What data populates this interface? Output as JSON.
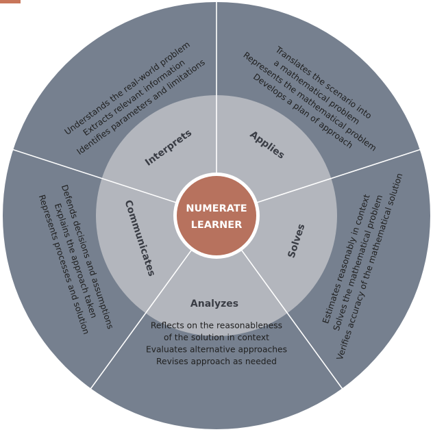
{
  "center": {
    "lines": [
      "NUMERATE",
      "LEARNER"
    ]
  },
  "segments": [
    {
      "id": "interprets",
      "label": "Interprets",
      "items": [
        "Understands the real-world problem",
        "Extracts relevant information",
        "Identifies parameters and limitations"
      ]
    },
    {
      "id": "applies",
      "label": "Applies",
      "items": [
        "Translates the scenario into",
        "a mathematical problem",
        "Represents the mathematical problem",
        "Develops a plan of approach"
      ]
    },
    {
      "id": "solves",
      "label": "Solves",
      "items": [
        "Estimates reasonably in context",
        "Solves the mathematical problem",
        "Verifies accuracy of the mathematical solution"
      ]
    },
    {
      "id": "analyzes",
      "label": "Analyzes",
      "items": [
        "Reflects on the reasonableness",
        "of the solution in context",
        "Evaluates alternative approaches",
        "Revises approach as needed"
      ]
    },
    {
      "id": "communicates",
      "label": "Communicates",
      "items": [
        "Defends decisions and assumptions",
        "Explains the approach taken",
        "Represents processes and solution"
      ]
    }
  ],
  "colors": {
    "outer_ring": "#76808f",
    "inner_ring": "#b3b6bd",
    "center": "#b7725e",
    "divider": "#ffffff",
    "corner_mark": "#c8765a"
  }
}
